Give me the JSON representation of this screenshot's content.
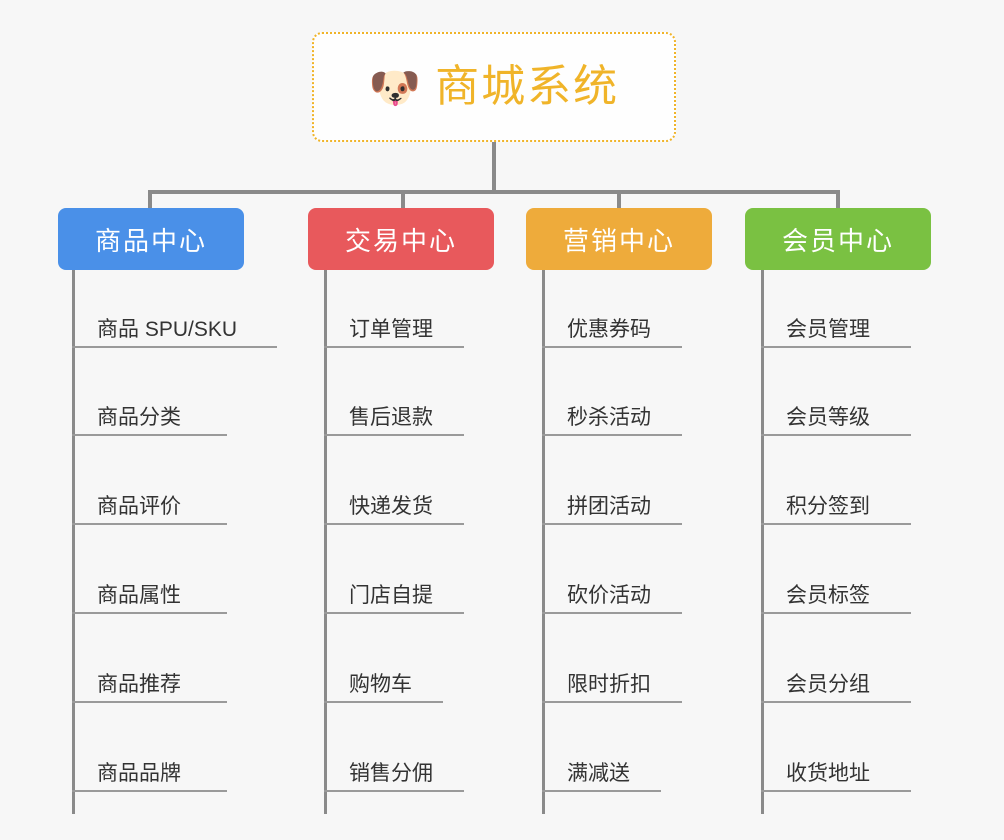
{
  "root": {
    "icon": "dog-face-icon",
    "icon_glyph": "🐶",
    "title": "商城系统",
    "accent_color": "#f0b429"
  },
  "connector_color": "#8a8a8a",
  "background_color": "#f7f7f7",
  "columns": [
    {
      "id": "product-center",
      "label": "商品中心",
      "color": "#4a90e8",
      "items": [
        "商品 SPU/SKU",
        "商品分类",
        "商品评价",
        "商品属性",
        "商品推荐",
        "商品品牌"
      ]
    },
    {
      "id": "trade-center",
      "label": "交易中心",
      "color": "#e8595c",
      "items": [
        "订单管理",
        "售后退款",
        "快递发货",
        "门店自提",
        "购物车",
        "销售分佣"
      ]
    },
    {
      "id": "marketing-center",
      "label": "营销中心",
      "color": "#eeab3b",
      "items": [
        "优惠券码",
        "秒杀活动",
        "拼团活动",
        "砍价活动",
        "限时折扣",
        "满减送"
      ]
    },
    {
      "id": "member-center",
      "label": "会员中心",
      "color": "#7ac142",
      "items": [
        "会员管理",
        "会员等级",
        "积分签到",
        "会员标签",
        "会员分组",
        "收货地址"
      ]
    }
  ]
}
